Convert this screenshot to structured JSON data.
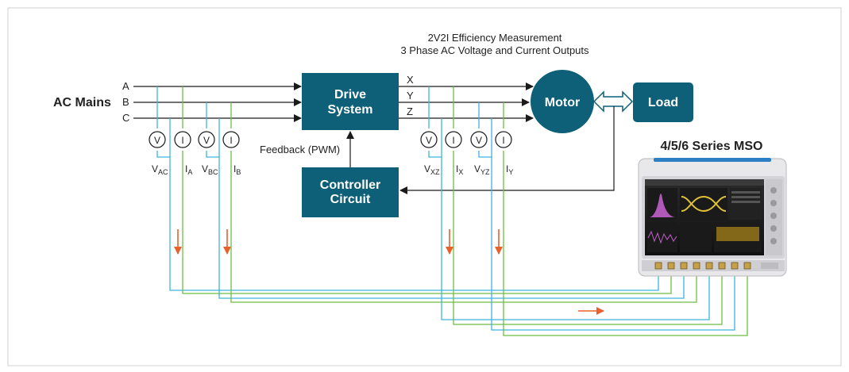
{
  "title": {
    "line1": "2V2I Efficiency Measurement",
    "line2": "3 Phase AC Voltage and Current Outputs"
  },
  "ac_mains": {
    "label": "AC Mains",
    "phases": [
      "A",
      "B",
      "C"
    ]
  },
  "outputs": [
    "X",
    "Y",
    "Z"
  ],
  "blocks": {
    "drive": [
      "Drive",
      "System"
    ],
    "controller": [
      "Controller",
      "Circuit"
    ],
    "motor": "Motor",
    "load": "Load"
  },
  "feedback_label": "Feedback (PWM)",
  "scope_label": "4/5/6 Series MSO",
  "meters": {
    "input": [
      {
        "symbol": "V",
        "name": "V",
        "sub": "AC"
      },
      {
        "symbol": "I",
        "name": "I",
        "sub": "A"
      },
      {
        "symbol": "V",
        "name": "V",
        "sub": "BC"
      },
      {
        "symbol": "I",
        "name": "I",
        "sub": "B"
      }
    ],
    "output": [
      {
        "symbol": "V",
        "name": "V",
        "sub": "XZ"
      },
      {
        "symbol": "I",
        "name": "I",
        "sub": "X"
      },
      {
        "symbol": "V",
        "name": "V",
        "sub": "YZ"
      },
      {
        "symbol": "I",
        "name": "I",
        "sub": "Y"
      }
    ]
  },
  "colors": {
    "block": "#0e5f78",
    "voltage_wire": "#3fb3de",
    "current_wire": "#6dbe45",
    "arrow": "#e8602c",
    "line": "#1a1a1a"
  }
}
